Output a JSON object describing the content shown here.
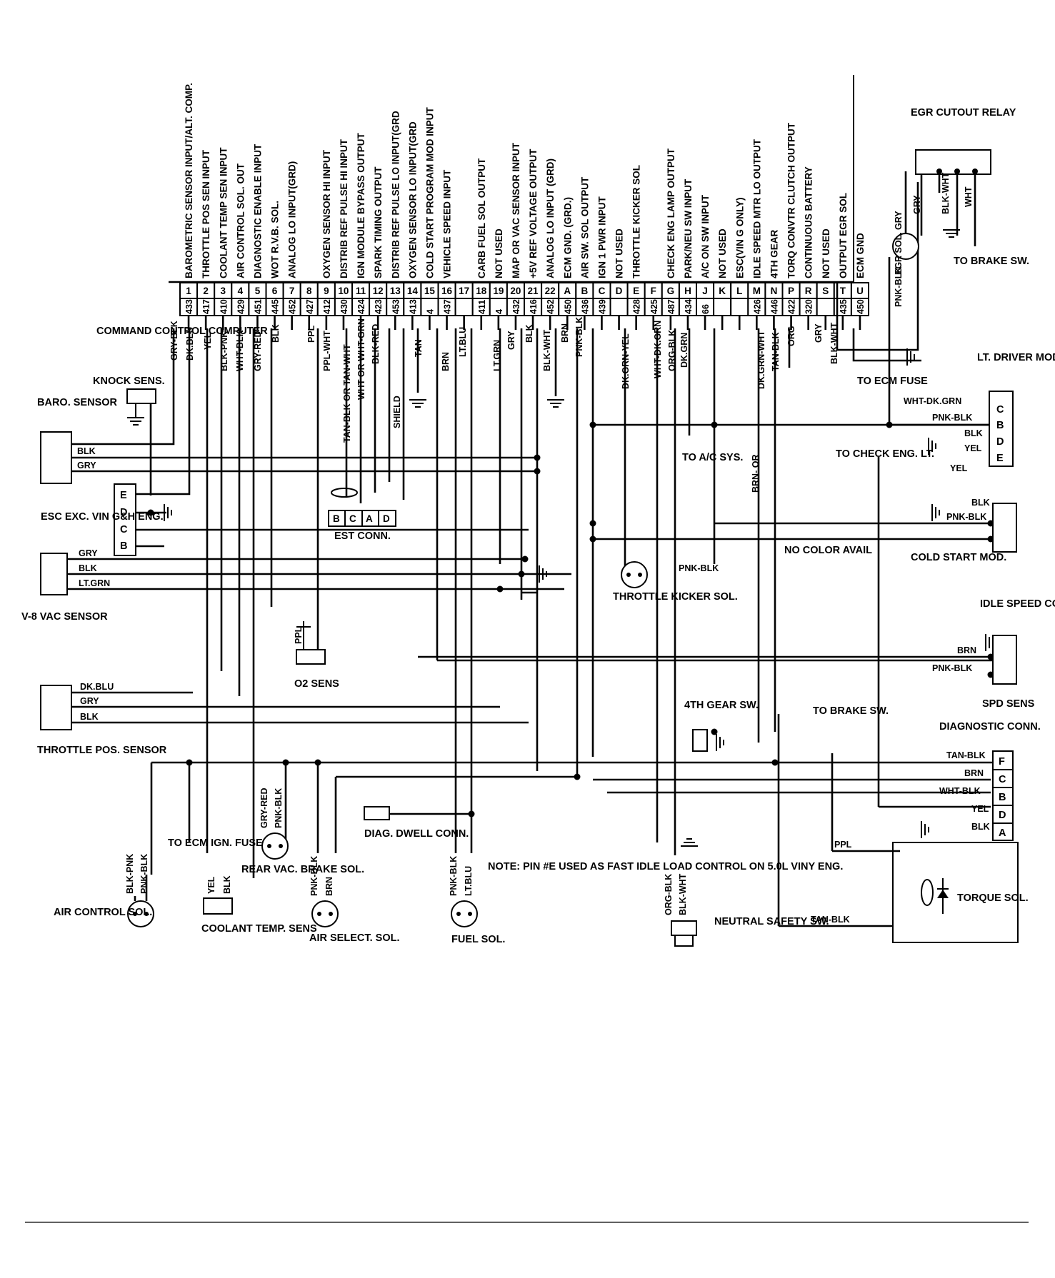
{
  "pins_top": [
    {
      "pin": "1",
      "circuit": "433",
      "function": "BAROMETRIC SENSOR INPUT/ALT. COMP."
    },
    {
      "pin": "2",
      "circuit": "417",
      "function": "THROTTLE POS SEN INPUT"
    },
    {
      "pin": "3",
      "circuit": "410",
      "function": "COOLANT TEMP SEN INPUT"
    },
    {
      "pin": "4",
      "circuit": "429",
      "function": "AIR CONTROL SOL. OUT"
    },
    {
      "pin": "5",
      "circuit": "451",
      "function": "DIAGNOSTIC ENABLE INPUT"
    },
    {
      "pin": "6",
      "circuit": "445",
      "function": "WOT R.V.B. SOL."
    },
    {
      "pin": "7",
      "circuit": "452",
      "function": "ANALOG LO INPUT(GRD)"
    },
    {
      "pin": "8",
      "circuit": "427",
      "function": ""
    },
    {
      "pin": "9",
      "circuit": "412",
      "function": "OXYGEN SENSOR HI INPUT"
    },
    {
      "pin": "10",
      "circuit": "430",
      "function": "DISTRIB REF PULSE HI INPUT"
    },
    {
      "pin": "11",
      "circuit": "424",
      "function": "IGN MODULE BYPASS OUTPUT"
    },
    {
      "pin": "12",
      "circuit": "423",
      "function": "SPARK TIMING OUTPUT"
    },
    {
      "pin": "13",
      "circuit": "453",
      "function": "DISTRIB REF PULSE LO INPUT(GRD"
    },
    {
      "pin": "14",
      "circuit": "413",
      "function": "OXYGEN SENSOR LO INPUT(GRD"
    },
    {
      "pin": "15",
      "circuit": "4",
      "function": "COLD START PROGRAM MOD INPUT"
    },
    {
      "pin": "16",
      "circuit": "437",
      "function": "VEHICLE SPEED INPUT"
    },
    {
      "pin": "17",
      "circuit": "",
      "function": ""
    },
    {
      "pin": "18",
      "circuit": "411",
      "function": "CARB FUEL SOL OUTPUT"
    },
    {
      "pin": "19",
      "circuit": "4",
      "function": "NOT USED"
    },
    {
      "pin": "20",
      "circuit": "432",
      "function": "MAP OR VAC SENSOR INPUT"
    },
    {
      "pin": "21",
      "circuit": "416",
      "function": "+5V REF VOLTAGE OUTPUT"
    },
    {
      "pin": "22",
      "circuit": "452",
      "function": "ANALOG LO INPUT (GRD)"
    },
    {
      "pin": "A",
      "circuit": "450",
      "function": "ECM GND. (GRD.)"
    },
    {
      "pin": "B",
      "circuit": "436",
      "function": "AIR SW. SOL OUTPUT"
    },
    {
      "pin": "C",
      "circuit": "439",
      "function": "IGN 1 PWR INPUT"
    },
    {
      "pin": "D",
      "circuit": "",
      "function": "NOT USED"
    },
    {
      "pin": "E",
      "circuit": "428",
      "function": "THROTTLE KICKER SOL"
    },
    {
      "pin": "F",
      "circuit": "425",
      "function": ""
    },
    {
      "pin": "G",
      "circuit": "487",
      "function": "CHECK ENG LAMP OUTPUT"
    },
    {
      "pin": "H",
      "circuit": "434",
      "function": "PARK/NEU SW INPUT"
    },
    {
      "pin": "J",
      "circuit": "66",
      "function": "A/C ON SW INPUT"
    },
    {
      "pin": "K",
      "circuit": "",
      "function": "NOT USED"
    },
    {
      "pin": "L",
      "circuit": "",
      "function": "ESC(VIN G ONLY)"
    },
    {
      "pin": "M",
      "circuit": "426",
      "function": "IDLE SPEED MTR LO OUTPUT"
    },
    {
      "pin": "N",
      "circuit": "446",
      "function": "4TH GEAR"
    },
    {
      "pin": "P",
      "circuit": "422",
      "function": "TORQ CONVTR CLUTCH OUTPUT"
    },
    {
      "pin": "R",
      "circuit": "320",
      "function": "CONTINUOUS BATTERY"
    },
    {
      "pin": "S",
      "circuit": "",
      "function": "NOT USED"
    },
    {
      "pin": "T",
      "circuit": "435",
      "function": "OUTPUT EGR SOL"
    },
    {
      "pin": "U",
      "circuit": "450",
      "function": "ECM GND"
    }
  ],
  "wire_colors": [
    {
      "text": "GRY-BLK"
    },
    {
      "text": "DK.BLU"
    },
    {
      "text": "YEL"
    },
    {
      "text": "BLK-PNK"
    },
    {
      "text": "WHT-BLK"
    },
    {
      "text": "GRY-RED"
    },
    {
      "text": "BLK"
    },
    {
      "text": "PPL"
    },
    {
      "text": "PPL-WHT"
    },
    {
      "text": "TAN-BLK OR TAN-WHT"
    },
    {
      "text": "WHT OR WHT-GRN"
    },
    {
      "text": "BLK-RED"
    },
    {
      "text": "SHIELD"
    },
    {
      "text": "TAN"
    },
    {
      "text": "BRN"
    },
    {
      "text": "LT.BLU"
    },
    {
      "text": "LT.GRN"
    },
    {
      "text": "GRY"
    },
    {
      "text": "BLK"
    },
    {
      "text": "BLK-WHT"
    },
    {
      "text": "BRN"
    },
    {
      "text": "PNK-BLK"
    },
    {
      "text": "DK.GRN-YEL"
    },
    {
      "text": "WHT-DK.GRN"
    },
    {
      "text": "ORG-BLK"
    },
    {
      "text": "DK.GRN"
    },
    {
      "text": "DK.GRN-WHT"
    },
    {
      "text": "TAN-BLK"
    },
    {
      "text": "ORG"
    },
    {
      "text": "GRY"
    },
    {
      "text": "BLK-WHT"
    },
    {
      "text": "BRN- OR"
    }
  ],
  "labels": {
    "command_control_computer": "COMMAND CONTROL COMPUTER",
    "knock_sens": "KNOCK SENS.",
    "baro_sensor": "BARO. SENSOR",
    "esc": "ESC EXC. VIN G&H ENG.",
    "vac_sensor": "V-8 VAC SENSOR",
    "throttle_pos_sensor": "THROTTLE POS. SENSOR",
    "est_conn": "EST CONN.",
    "o2_sens": "O2 SENS",
    "to_ecm_ign_fuse": "TO ECM IGN. FUSE",
    "rear_vac_brake_sol": "REAR VAC. BRAKE SOL.",
    "air_control_sol": "AIR CONTROL SOL.",
    "coolant_temp_sens": "COOLANT TEMP. SENS",
    "air_select_sol": "AIR SELECT. SOL.",
    "fuel_sol": "FUEL SOL.",
    "diag_dwell_conn": "DIAG. DWELL CONN.",
    "note": "NOTE: PIN #E USED AS FAST IDLE LOAD CONTROL ON 5.0L VINY ENG.",
    "throttle_kicker_sol": "THROTTLE KICKER SOL.",
    "to_ac_sys": "TO A/C SYS.",
    "fourth_gear_sw": "4TH GEAR SW.",
    "neutral_safety_sw": "NEUTRAL SAFETY SW.",
    "egr_cutout_relay": "EGR CUTOUT RELAY",
    "egr_sol": "EGR SOL.",
    "to_brake_sw": "TO BRAKE SW.",
    "lt_driver_module": "LT. DRIVER MODULE",
    "to_ecm_fuse": "TO ECM FUSE",
    "to_check_eng_lt": "TO CHECK ENG. LT.",
    "cold_start_mod": "COLD START MOD.",
    "no_color_avail": "NO COLOR AVAIL",
    "idle_speed_contrl": "IDLE SPEED CONTRC",
    "spd_sens": "SPD SENS",
    "to_brake_sw2": "TO BRAKE SW.",
    "diagnostic_conn": "DIAGNOSTIC CONN.",
    "torque_sol": "TORQUE SOL."
  },
  "pin_letters": {
    "baro": [
      "B",
      "C",
      "A",
      "D"
    ],
    "esc": [
      "E",
      "D",
      "C",
      "B"
    ],
    "lt_driver": [
      "C",
      "B",
      "D",
      "E"
    ],
    "diag": [
      "F",
      "C",
      "B",
      "D",
      "A"
    ]
  },
  "connector_wires": {
    "baro": [
      "BLK",
      "GRY"
    ],
    "vac": [
      "GRY",
      "BLK",
      "LT.GRN"
    ],
    "tps": [
      "DK.BLU",
      "GRY",
      "BLK"
    ],
    "lt_driver": [
      "WHT-DK.GRN",
      "PNK-BLK",
      "BLK",
      "YEL",
      "YEL"
    ],
    "cold_start": [
      "BLK",
      "PNK-BLK"
    ],
    "idle_speed": [
      "BRN",
      "PNK-BLK"
    ],
    "diag": [
      "TAN-BLK",
      "BRN",
      "WHT-BLK",
      "YEL",
      "BLK"
    ],
    "solenoids": {
      "air_control": [
        "BLK-PNK",
        "PNK-BLK"
      ],
      "rear_vac": [
        "GRY-RED",
        "PNK-BLK"
      ],
      "coolant": [
        "YEL",
        "BLK"
      ],
      "air_select": [
        "PNK-BLK",
        "BRN"
      ],
      "fuel": [
        "PNK-BLK",
        "LT.BLU"
      ],
      "neutral": [
        "ORG-BLK",
        "BLK-WHT"
      ],
      "egr": [
        "PNK-BLK",
        "GRY"
      ],
      "relay": [
        "GRY",
        "BLK-WHT",
        "WHT"
      ],
      "kicker": [
        "PNK-BLK"
      ],
      "o2": [
        "PPL"
      ],
      "torque": [
        "PPL",
        "TAN-BLK"
      ]
    }
  }
}
